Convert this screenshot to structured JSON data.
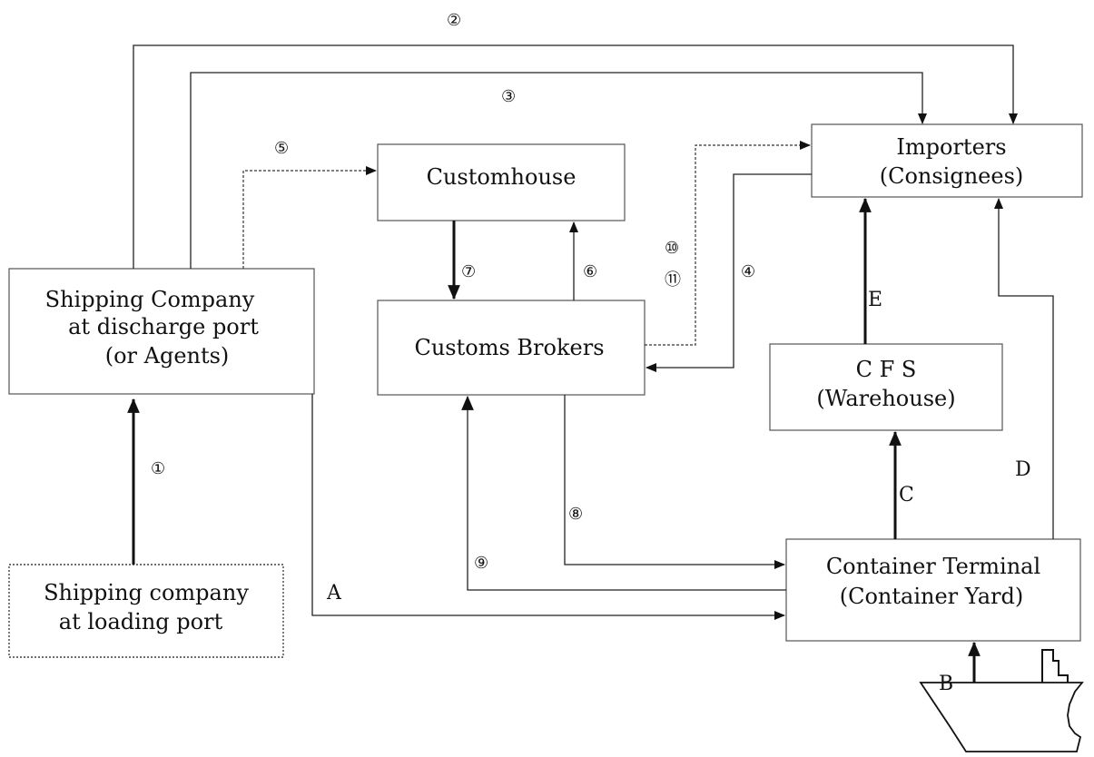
{
  "nodes": {
    "shipping_discharge": [
      "Shipping Company",
      "at discharge port",
      "(or Agents)"
    ],
    "shipping_loading": [
      "Shipping company",
      "at loading port"
    ],
    "customhouse": [
      "Customhouse"
    ],
    "customs_brokers": [
      "Customs Brokers"
    ],
    "importers": [
      "Importers",
      "(Consignees)"
    ],
    "cfs": [
      "C   F   S",
      "(Warehouse)"
    ],
    "container_terminal": [
      "Container Terminal",
      "(Container Yard)"
    ]
  },
  "step_labels": {
    "s1": "①",
    "s2": "②",
    "s3": "③",
    "s4": "④",
    "s5": "⑤",
    "s6": "⑥",
    "s7": "⑦",
    "s8": "⑧",
    "s9": "⑨",
    "s10": "⑩",
    "s11": "⑪"
  },
  "route_labels": {
    "a": "A",
    "b": "B",
    "c": "C",
    "d": "D",
    "e": "E"
  }
}
